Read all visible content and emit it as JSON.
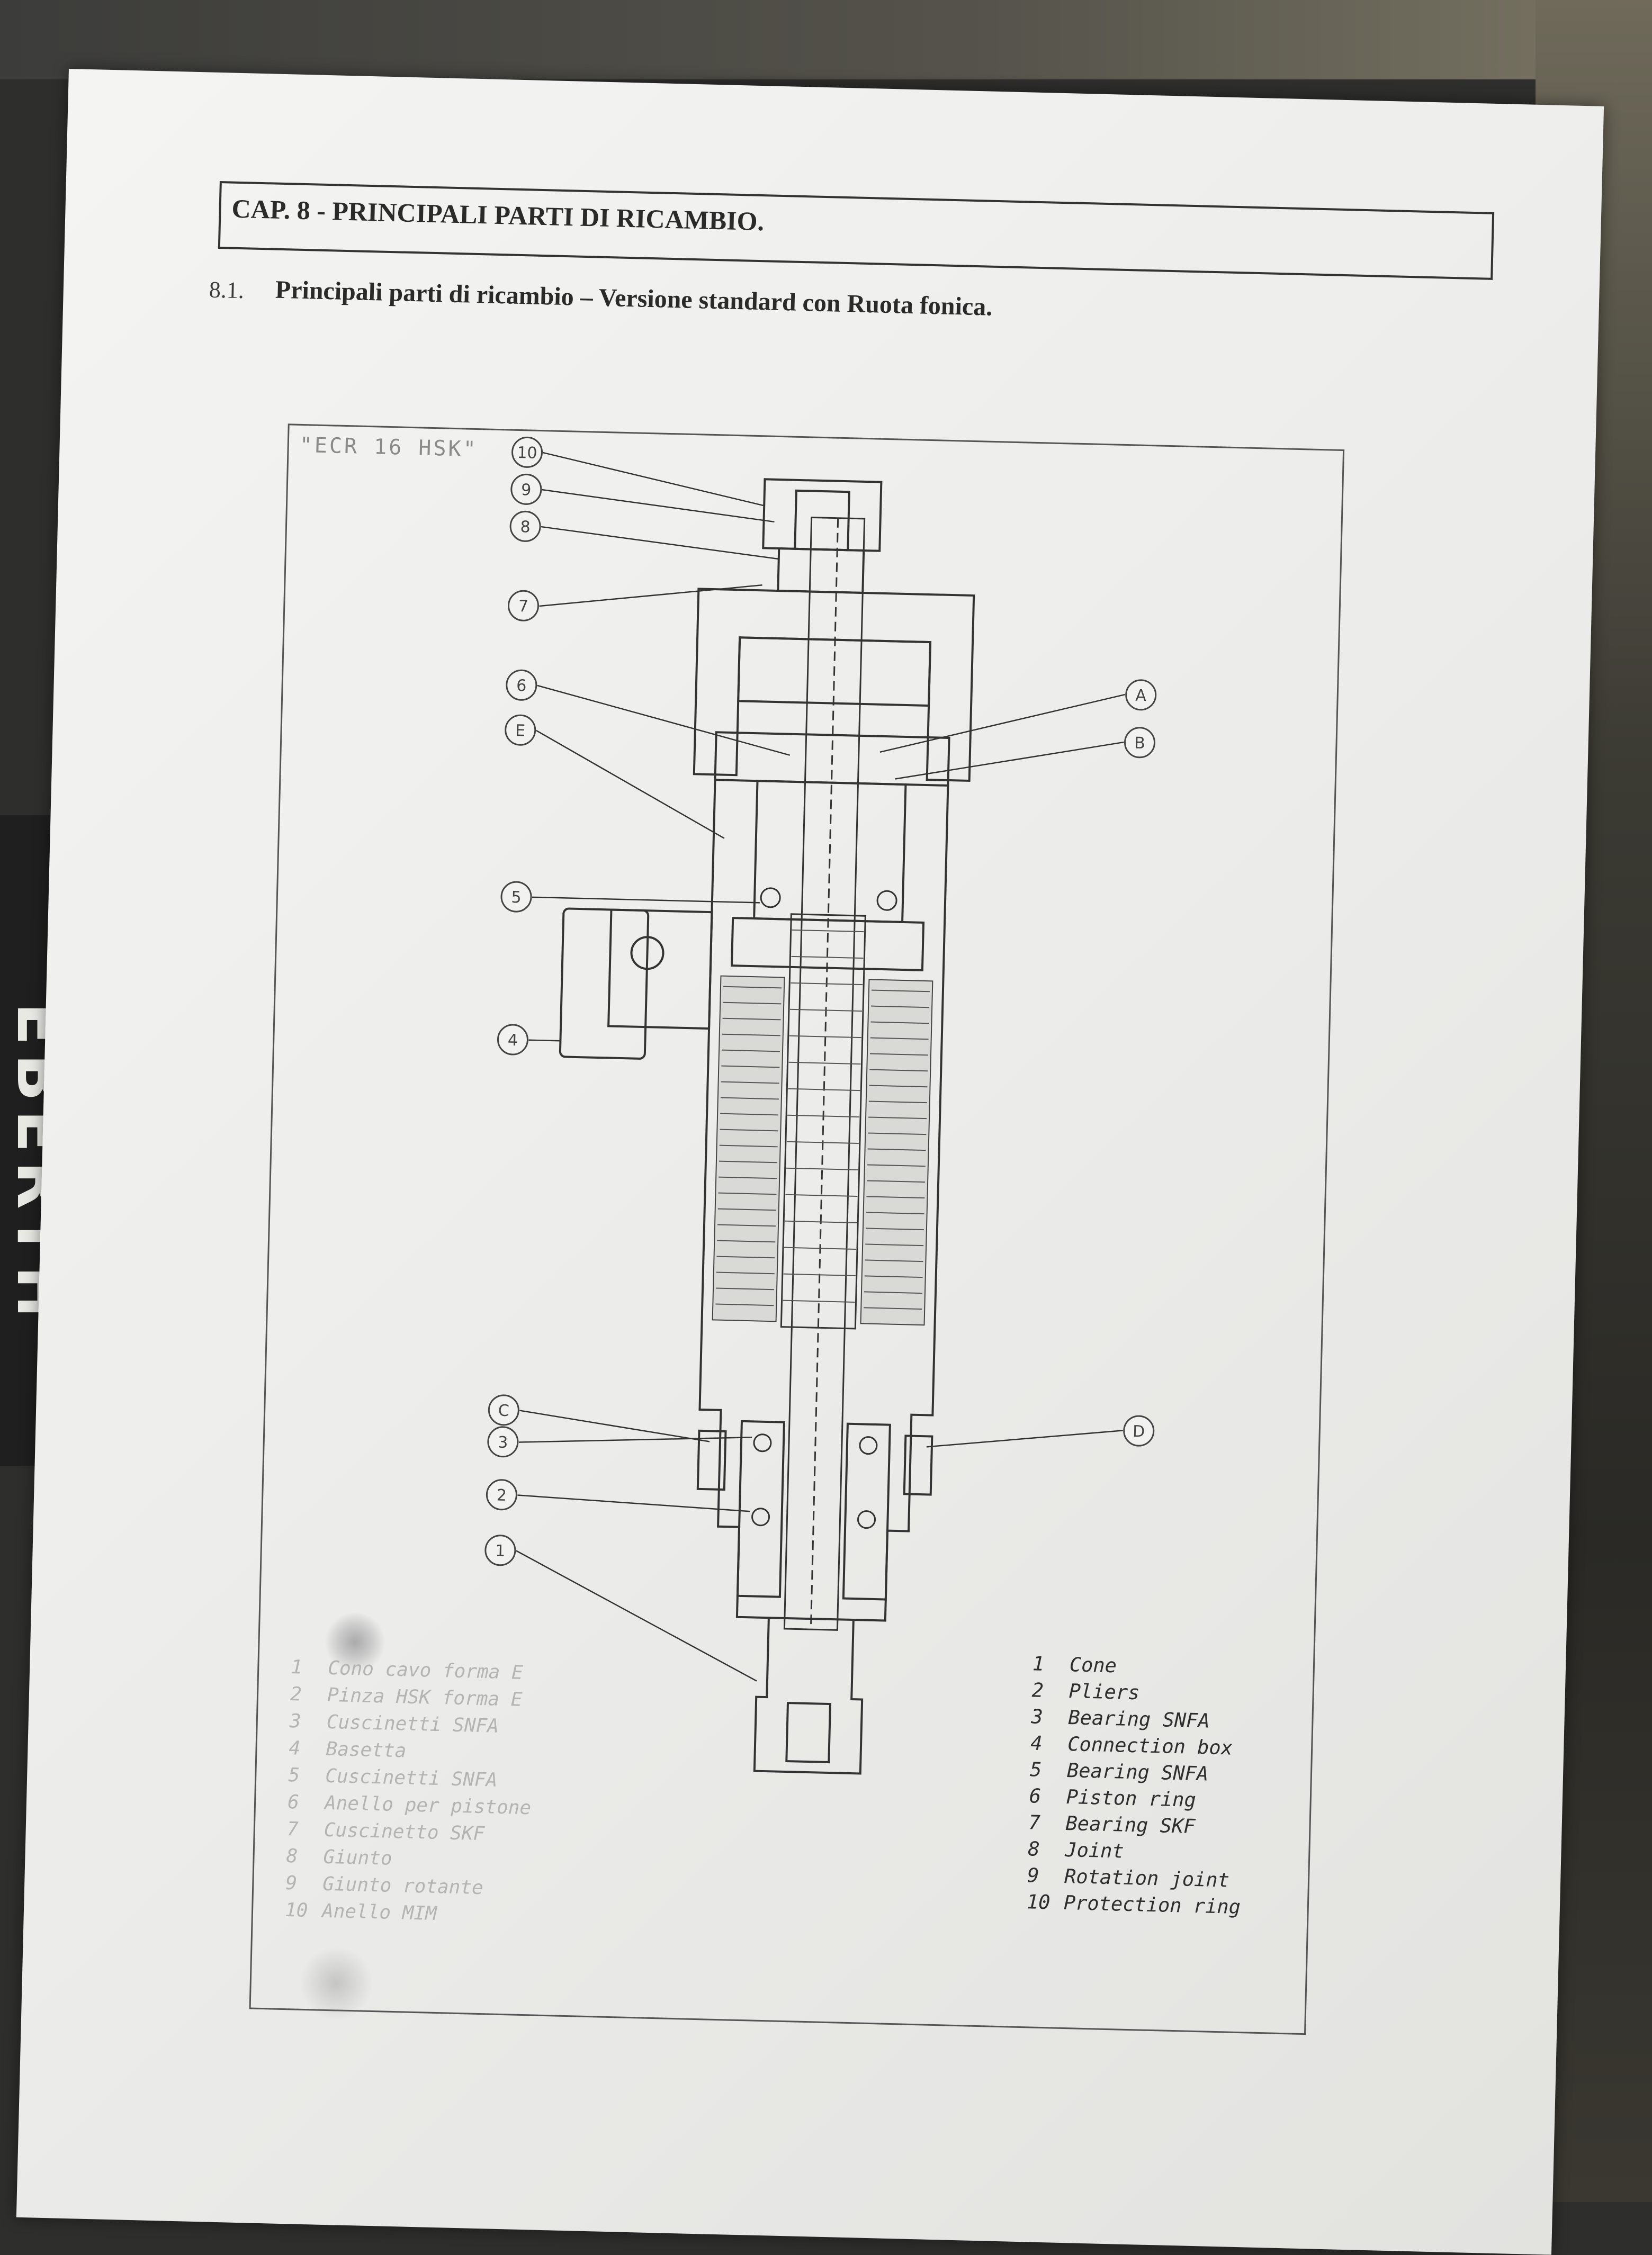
{
  "chapter_title": "CAP. 8 - PRINCIPALI PARTI DI RICAMBIO.",
  "section_number": "8.1.",
  "section_title": "Principali parti di ricambio – Versione standard con Ruota fonica.",
  "drawing_label": "\"ECR 16 HSK\"",
  "brand_text": "EBERTH",
  "callouts": {
    "c1": "1",
    "c2": "2",
    "c3": "3",
    "c4": "4",
    "c5": "5",
    "c6": "6",
    "c7": "7",
    "c8": "8",
    "c9": "9",
    "c10": "10",
    "cA": "A",
    "cB": "B",
    "cC": "C",
    "cD": "D",
    "cE": "E"
  },
  "legend_italian": [
    {
      "num": "1",
      "text": "Cono cavo forma E"
    },
    {
      "num": "2",
      "text": "Pinza HSK forma E"
    },
    {
      "num": "3",
      "text": "Cuscinetti SNFA"
    },
    {
      "num": "4",
      "text": "Basetta"
    },
    {
      "num": "5",
      "text": "Cuscinetti SNFA"
    },
    {
      "num": "6",
      "text": "Anello per pistone"
    },
    {
      "num": "7",
      "text": "Cuscinetto SKF"
    },
    {
      "num": "8",
      "text": "Giunto"
    },
    {
      "num": "9",
      "text": "Giunto rotante"
    },
    {
      "num": "10",
      "text": "Anello MIM"
    }
  ],
  "legend_english": [
    {
      "num": "1",
      "text": "Cone"
    },
    {
      "num": "2",
      "text": "Pliers"
    },
    {
      "num": "3",
      "text": "Bearing SNFA"
    },
    {
      "num": "4",
      "text": "Connection box"
    },
    {
      "num": "5",
      "text": "Bearing SNFA"
    },
    {
      "num": "6",
      "text": "Piston ring"
    },
    {
      "num": "7",
      "text": "Bearing SKF"
    },
    {
      "num": "8",
      "text": "Joint"
    },
    {
      "num": "9",
      "text": "Rotation joint"
    },
    {
      "num": "10",
      "text": "Protection ring"
    }
  ]
}
